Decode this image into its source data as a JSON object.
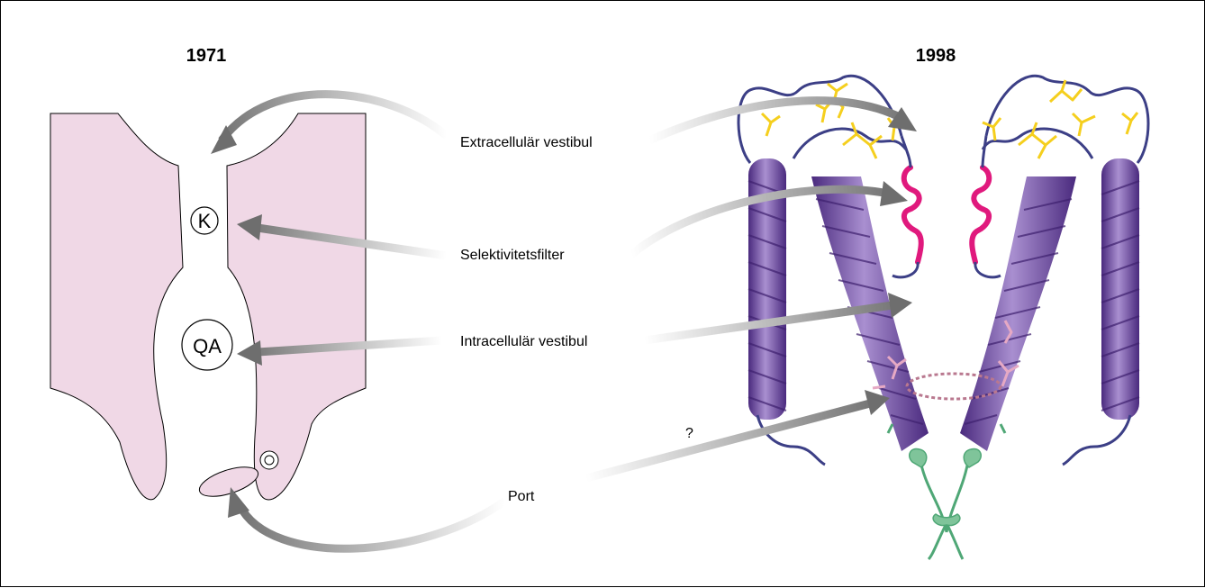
{
  "titles": {
    "left": "1971",
    "right": "1998"
  },
  "labels": {
    "extracellular": "Extracellulär vestibul",
    "selectivity": "Selektivitetsfilter",
    "intracellular": "Intracellulär vestibul",
    "port": "Port",
    "question": "?"
  },
  "ions": {
    "k": "K",
    "qa": "QA"
  },
  "colors": {
    "membrane_pink": "#f0d8e6",
    "helix_purple": "#7b55a6",
    "loop_navy": "#3c3f86",
    "filter_magenta": "#e0197d",
    "sidechain_yellow": "#f5cf1e",
    "gate_green": "#4fa776",
    "arrow_gray": "#6e6e6e"
  }
}
